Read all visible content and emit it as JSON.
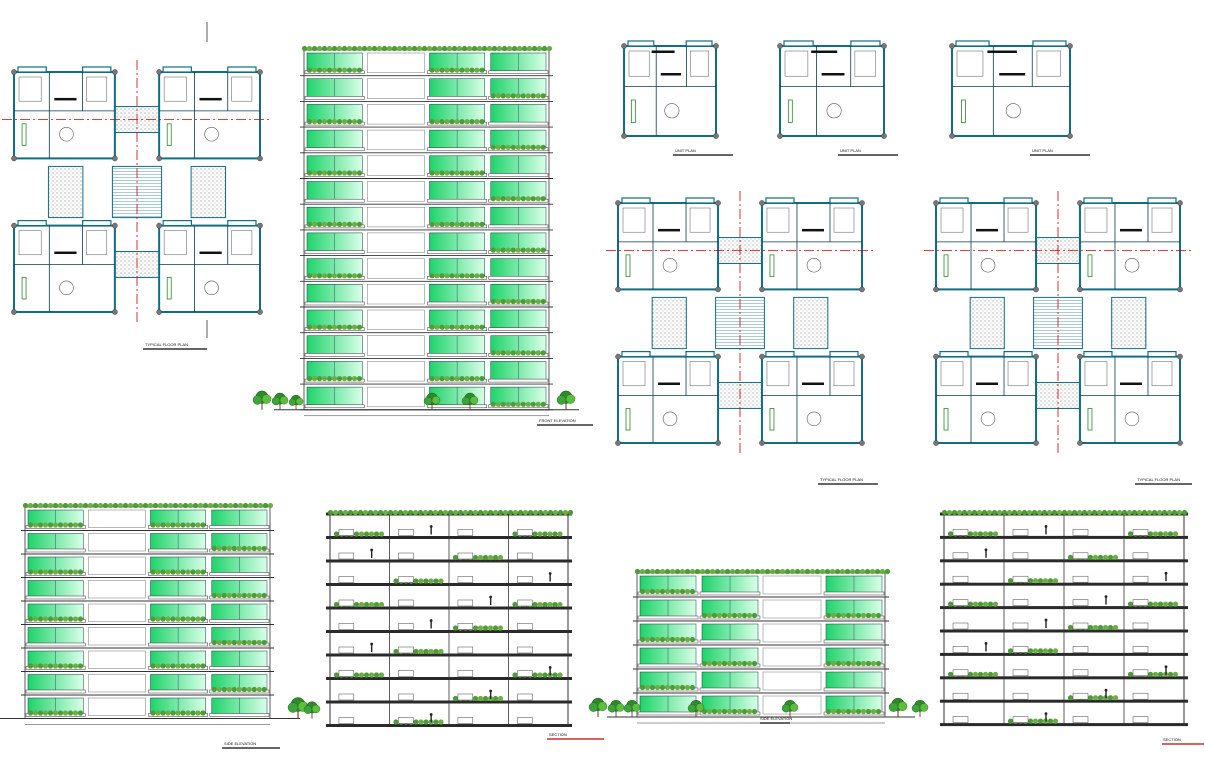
{
  "sheet": {
    "drawing_type": "CAD architectural sheet - residential tower plans, elevations and sections",
    "colors": {
      "wall": "#0f6d86",
      "wall_dark": "#0b3a4a",
      "glass": "#39e07a",
      "greenery": "#4f9a3a",
      "tree": "#2f8a2a",
      "grid_line": "#d20000",
      "hatch": "#8a8a8a",
      "line": "#333333",
      "text": "#111111"
    }
  },
  "plans": [
    {
      "id": "plan-a",
      "label": "TYPICAL FLOOR PLAN"
    },
    {
      "id": "plan-b",
      "label": "TYPICAL FLOOR PLAN"
    },
    {
      "id": "plan-c",
      "label": "TYPICAL FLOOR PLAN"
    },
    {
      "id": "unit-1",
      "label": "UNIT PLAN"
    },
    {
      "id": "unit-2",
      "label": "UNIT PLAN"
    },
    {
      "id": "unit-3",
      "label": "UNIT PLAN"
    }
  ],
  "elevations": [
    {
      "id": "front-elevation",
      "label": "FRONT ELEVATION",
      "floors": 14
    },
    {
      "id": "side-elevation-1",
      "label": "SIDE ELEVATION",
      "floors": 9
    },
    {
      "id": "section-1",
      "label": "SECTION",
      "floors": 9
    },
    {
      "id": "side-elevation-2",
      "label": "SIDE ELEVATION",
      "floors": 6
    },
    {
      "id": "section-2",
      "label": "SECTION",
      "floors": 9
    }
  ]
}
